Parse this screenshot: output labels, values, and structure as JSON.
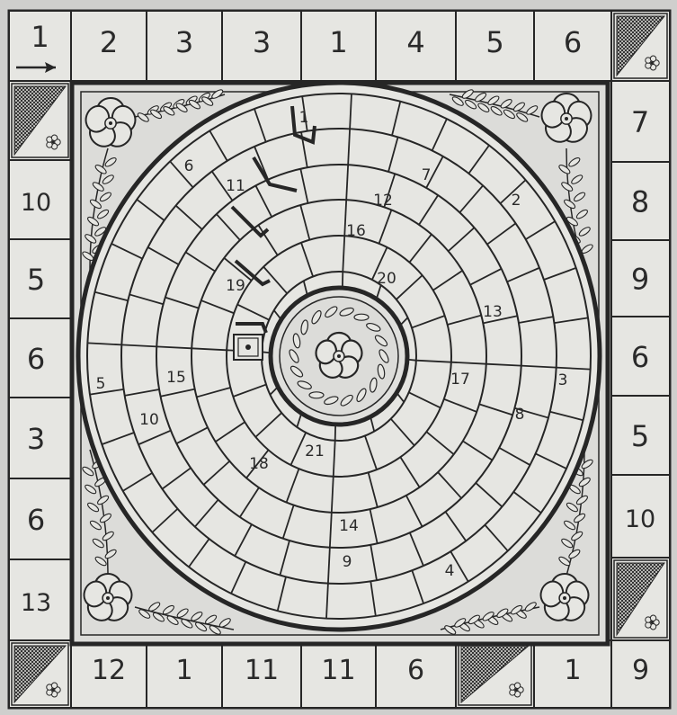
{
  "board": {
    "colors": {
      "paper": "#e6e6e2",
      "ink": "#262626",
      "inner": "#d9d9d6"
    },
    "border_top": [
      "1",
      "2",
      "3",
      "3",
      "1",
      "4",
      "5",
      "6",
      ""
    ],
    "border_right": [
      "7",
      "8",
      "9",
      "6",
      "5",
      "10",
      ""
    ],
    "border_bottom": [
      "",
      "12",
      "1",
      "11",
      "11",
      "6",
      "",
      "1",
      "9"
    ],
    "border_left": [
      "",
      "10",
      "5",
      "6",
      "3",
      "6",
      "13"
    ],
    "start_icon": "arrow-right-icon",
    "corner_icon": "hatched-flower-icon",
    "center_icon": "flower-wreath-icon",
    "special_icon": "dot-square-icon",
    "circle_numbers": [
      "1",
      "6",
      "11",
      "7",
      "12",
      "2",
      "16",
      "19",
      "20",
      "13",
      "5",
      "15",
      "17",
      "3",
      "10",
      "8",
      "21",
      "18",
      "14",
      "9",
      "4"
    ]
  }
}
